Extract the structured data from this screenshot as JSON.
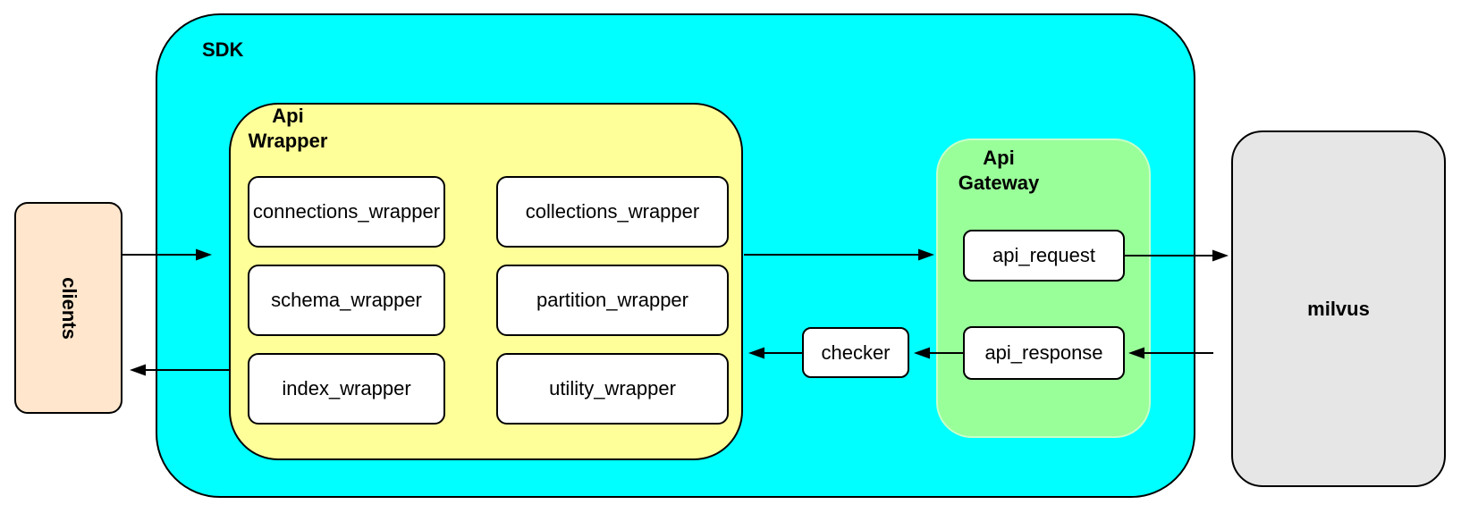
{
  "colors": {
    "canvas-bg": "#ffffff",
    "sdk-fill": "#00ffff",
    "wrapper-fill": "#ffff99",
    "gateway-fill": "#99ff99",
    "gateway-stroke": "#c8ffc8",
    "clients-fill": "#ffe6cc",
    "milvus-fill": "#e6e6e6",
    "node-fill": "#ffffff",
    "stroke": "#000000"
  },
  "nodes": {
    "clients": {
      "label": "clients"
    },
    "sdk": {
      "label": "SDK"
    },
    "api_wrapper": {
      "label_line1": "Api",
      "label_line2": "Wrapper",
      "boxes": [
        "connections_wrapper",
        "collections_wrapper",
        "schema_wrapper",
        "partition_wrapper",
        "index_wrapper",
        "utility_wrapper"
      ]
    },
    "checker": {
      "label": "checker"
    },
    "api_gateway": {
      "label_line1": "Api",
      "label_line2": "Gateway",
      "request_label": "api_request",
      "response_label": "api_response"
    },
    "milvus": {
      "label": "milvus"
    }
  },
  "edges": [
    {
      "from": "clients",
      "to": "api_wrapper",
      "path": "request"
    },
    {
      "from": "api_wrapper",
      "to": "api_gateway",
      "path": "request"
    },
    {
      "from": "api_request",
      "to": "milvus",
      "path": "request"
    },
    {
      "from": "milvus",
      "to": "api_response",
      "path": "response"
    },
    {
      "from": "api_response",
      "to": "checker",
      "path": "response"
    },
    {
      "from": "checker",
      "to": "api_wrapper",
      "path": "response"
    },
    {
      "from": "api_wrapper",
      "to": "clients",
      "path": "response"
    }
  ]
}
